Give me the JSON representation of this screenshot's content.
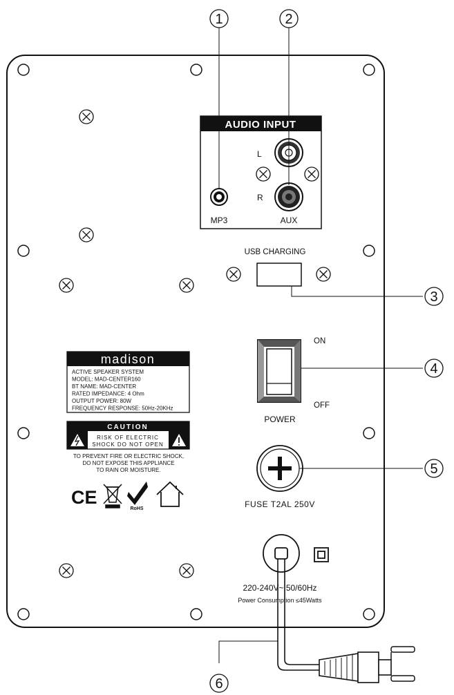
{
  "callouts": [
    "1",
    "2",
    "3",
    "4",
    "5",
    "6"
  ],
  "audio_input": {
    "title": "AUDIO INPUT",
    "left_label": "L",
    "right_label": "R",
    "mp3_label": "MP3",
    "aux_label": "AUX"
  },
  "usb": {
    "label": "USB CHARGING"
  },
  "power_switch": {
    "on_label": "ON",
    "off_label": "OFF",
    "label": "POWER"
  },
  "fuse": {
    "label": "FUSE  T2AL 250V"
  },
  "rating_label": {
    "brand": "madison",
    "lines": [
      "ACTIVE SPEAKER SYSTEM",
      "MODEL: MAD-CENTER160",
      "BT NAME: MAD-CENTER",
      "RATED IMPEDANCE: 4 Ohm",
      "OUTPUT POWER: 80W",
      "FREQUENCY RESPONSE: 50Hz-20KHz"
    ]
  },
  "caution_label": {
    "title": "CAUTION",
    "line1": "RISK OF ELECTRIC",
    "line2": "SHOCK DO NOT OPEN",
    "warnings": [
      "TO PREVENT FIRE OR ELECTRIC SHOCK,",
      "DO NOT EXPOSE THIS APPLIANCE",
      "TO RAIN OR MOISTURE."
    ]
  },
  "certifications": {
    "ce": "CE",
    "rohs": "RoHS"
  },
  "mains": {
    "voltage": "220-240V~ 50/60Hz",
    "consumption": "Power Consumption ≤45Watts"
  }
}
